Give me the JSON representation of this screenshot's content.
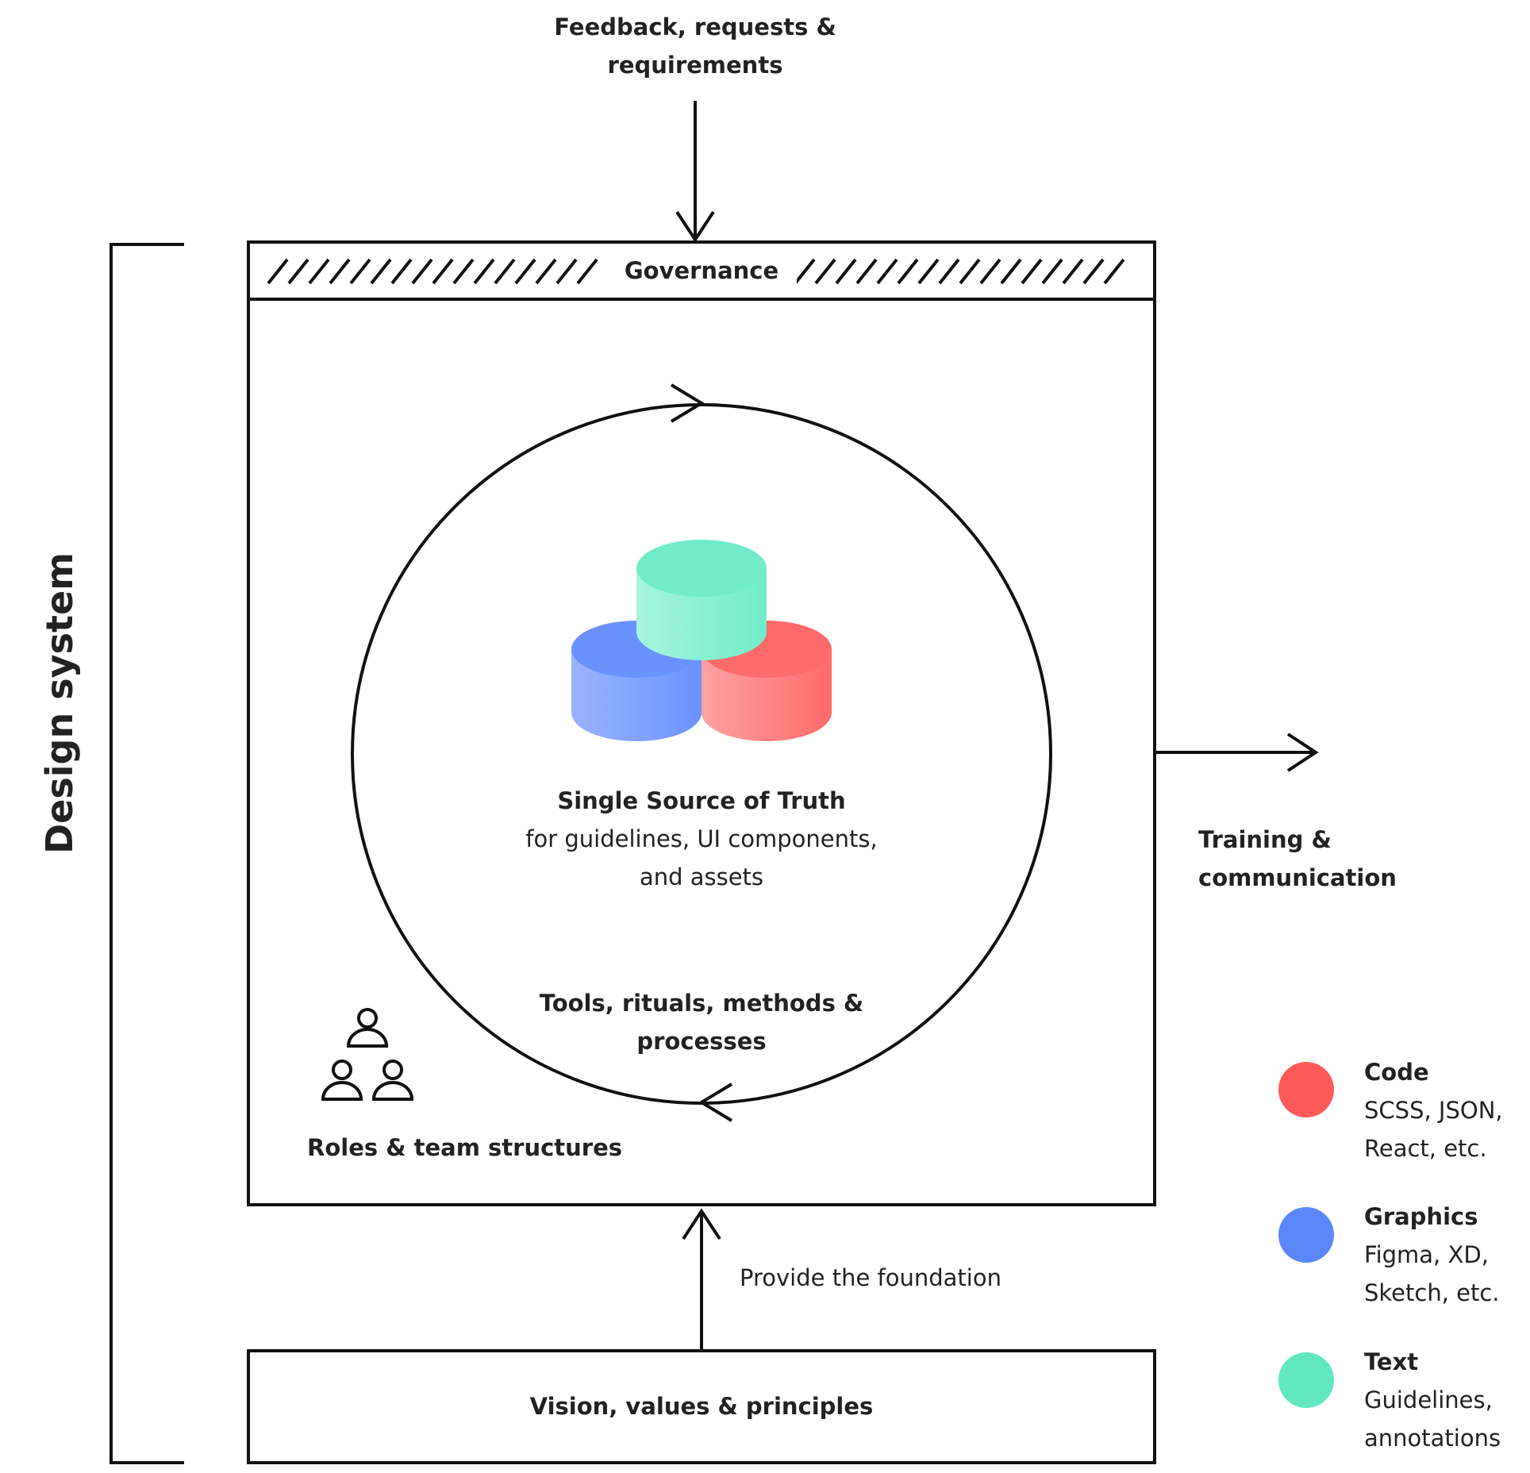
{
  "side_label": "Design system",
  "top_input": {
    "line1": "Feedback, requests &",
    "line2": "requirements"
  },
  "governance": "Governance",
  "center": {
    "title": "Single Source of Truth",
    "line2": "for guidelines, UI components,",
    "line3": "and assets"
  },
  "cycle": {
    "line1": "Tools, rituals, methods &",
    "line2": "processes"
  },
  "roles": "Roles & team structures",
  "output": {
    "line1": "Training &",
    "line2": "communication"
  },
  "foundation_arrow": "Provide the foundation",
  "foundation_box": "Vision, values & principles",
  "icons": {
    "team": "team-icon",
    "stack": "database-stack-icon"
  },
  "legend": [
    {
      "title": "Code",
      "line1": "SCSS, JSON,",
      "line2": "React, etc.",
      "color": "#ff5a5a"
    },
    {
      "title": "Graphics",
      "line1": "Figma, XD,",
      "line2": "Sketch, etc.",
      "color": "#5b87fb"
    },
    {
      "title": "Text",
      "line1": "Guidelines,",
      "line2": "annotations",
      "color": "#5fe8c0"
    }
  ],
  "colors": {
    "code": "#ff5a5a",
    "graphics": "#5b87fb",
    "text": "#5fe8c0",
    "stroke": "#111111"
  }
}
